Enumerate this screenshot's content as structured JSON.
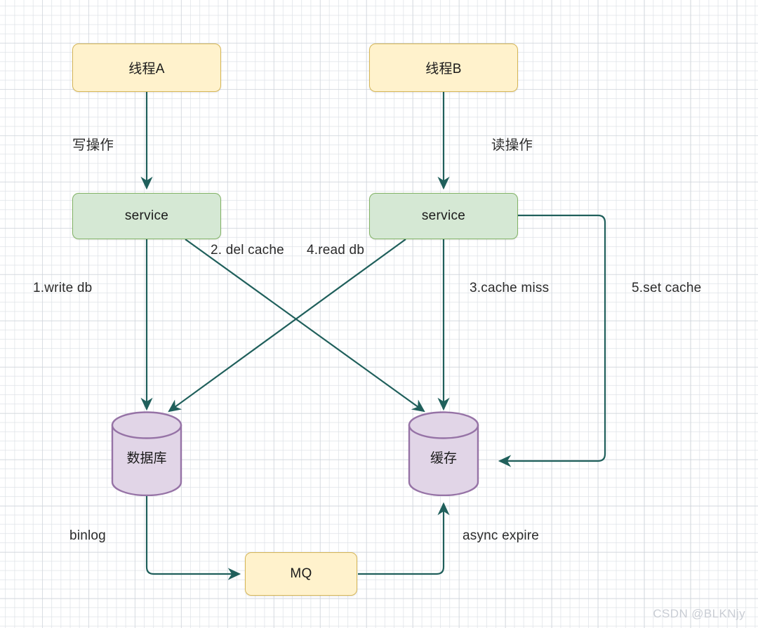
{
  "diagram": {
    "title_watermark": "CSDN @BLKNjy",
    "colors": {
      "yellow_fill": "#fff2cc",
      "yellow_stroke": "#d6b656",
      "green_fill": "#d5e8d4",
      "green_stroke": "#82b366",
      "purple_fill": "#e1d5e7",
      "purple_stroke": "#9673a6",
      "arrow": "#1f5f5b",
      "text": "#2b2b2b",
      "grid": "#dee2e7"
    },
    "nodes": [
      {
        "id": "thread-a",
        "label": "线程A",
        "shape": "rounded-rect",
        "fill": "yellow"
      },
      {
        "id": "thread-b",
        "label": "线程B",
        "shape": "rounded-rect",
        "fill": "yellow"
      },
      {
        "id": "service-a",
        "label": "service",
        "shape": "rounded-rect",
        "fill": "green"
      },
      {
        "id": "service-b",
        "label": "service",
        "shape": "rounded-rect",
        "fill": "green"
      },
      {
        "id": "database",
        "label": "数据库",
        "shape": "cylinder",
        "fill": "purple"
      },
      {
        "id": "cache",
        "label": "缓存",
        "shape": "cylinder",
        "fill": "purple"
      },
      {
        "id": "mq",
        "label": "MQ",
        "shape": "rounded-rect",
        "fill": "yellow"
      }
    ],
    "edges": [
      {
        "id": "e-write-op",
        "from": "thread-a",
        "to": "service-a",
        "label": "写操作"
      },
      {
        "id": "e-read-op",
        "from": "thread-b",
        "to": "service-b",
        "label": "读操作"
      },
      {
        "id": "e-write-db",
        "from": "service-a",
        "to": "database",
        "label": "1.write db"
      },
      {
        "id": "e-del-cache",
        "from": "service-a",
        "to": "cache",
        "label": "2. del cache"
      },
      {
        "id": "e-cache-miss",
        "from": "service-b",
        "to": "cache",
        "label": "3.cache miss"
      },
      {
        "id": "e-read-db",
        "from": "service-b",
        "to": "database",
        "label": "4.read db"
      },
      {
        "id": "e-set-cache",
        "from": "service-b",
        "to": "cache",
        "label": "5.set cache"
      },
      {
        "id": "e-binlog",
        "from": "database",
        "to": "mq",
        "label": "binlog"
      },
      {
        "id": "e-async-expire",
        "from": "mq",
        "to": "cache",
        "label": "async expire"
      }
    ]
  }
}
